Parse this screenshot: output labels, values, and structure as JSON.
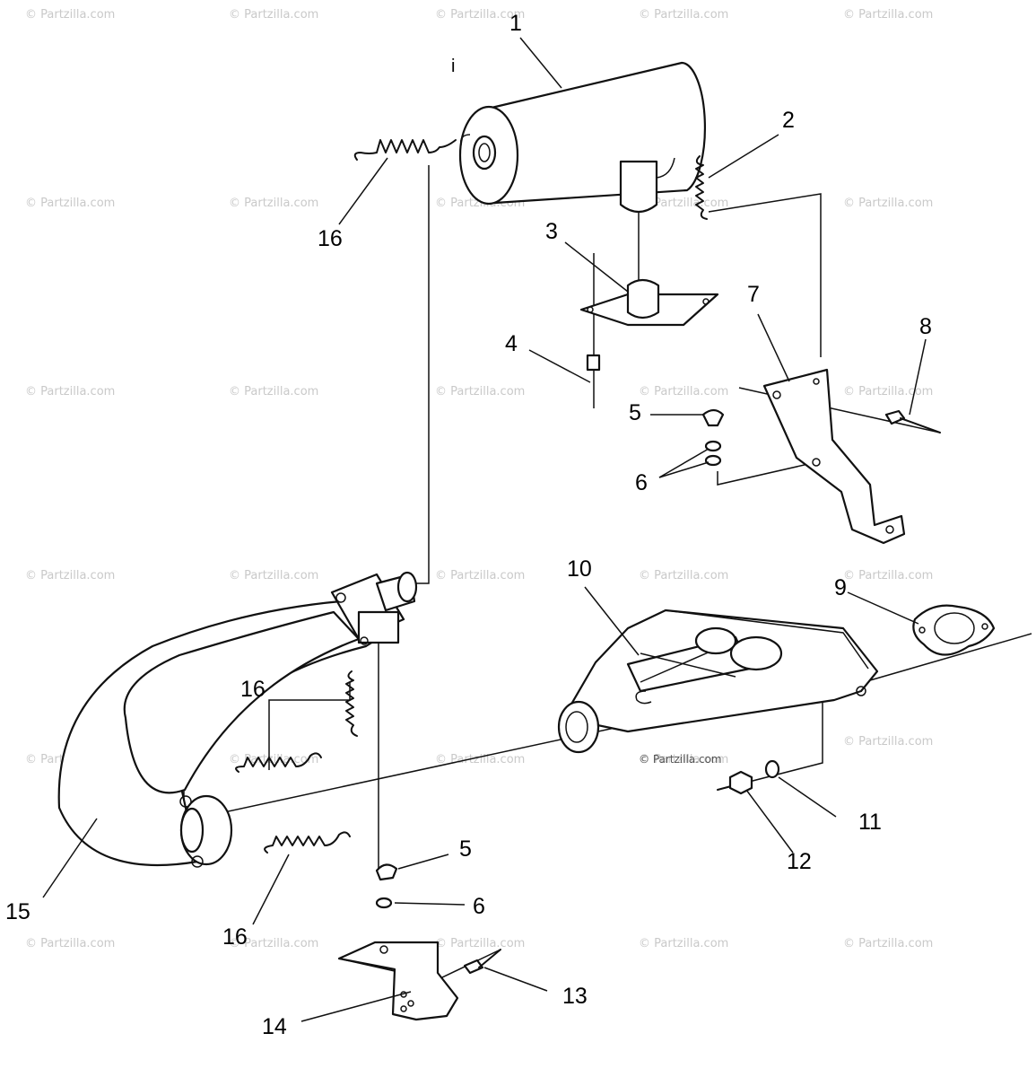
{
  "diagram": {
    "watermark": "© Partzilla.com",
    "stray_mark": "i",
    "callouts": [
      "1",
      "2",
      "3",
      "4",
      "5",
      "6",
      "7",
      "8",
      "9",
      "10",
      "11",
      "12",
      "13",
      "14",
      "15",
      "16"
    ]
  }
}
